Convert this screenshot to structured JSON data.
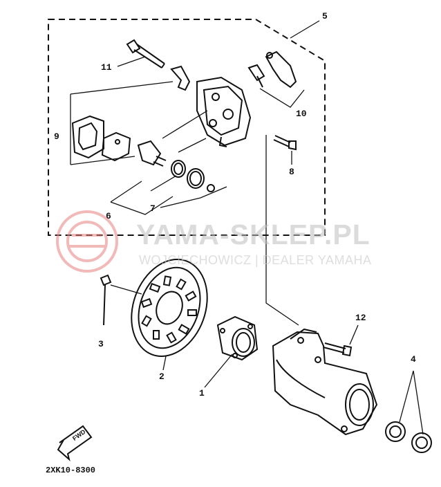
{
  "callouts": {
    "c1": "1",
    "c2": "2",
    "c3": "3",
    "c4": "4",
    "c5": "5",
    "c6": "6",
    "c7": "7",
    "c8": "8",
    "c9": "9",
    "c10": "10",
    "c11": "11",
    "c12": "12"
  },
  "watermark": {
    "brand": "YAMA-SKLEP.PL",
    "sub": "WOJCIECHOWICZ | DEALER YAMAHA",
    "logo_color": "#e88080"
  },
  "arrow_label": "FWD",
  "diagram_code": "2XK10-8300"
}
